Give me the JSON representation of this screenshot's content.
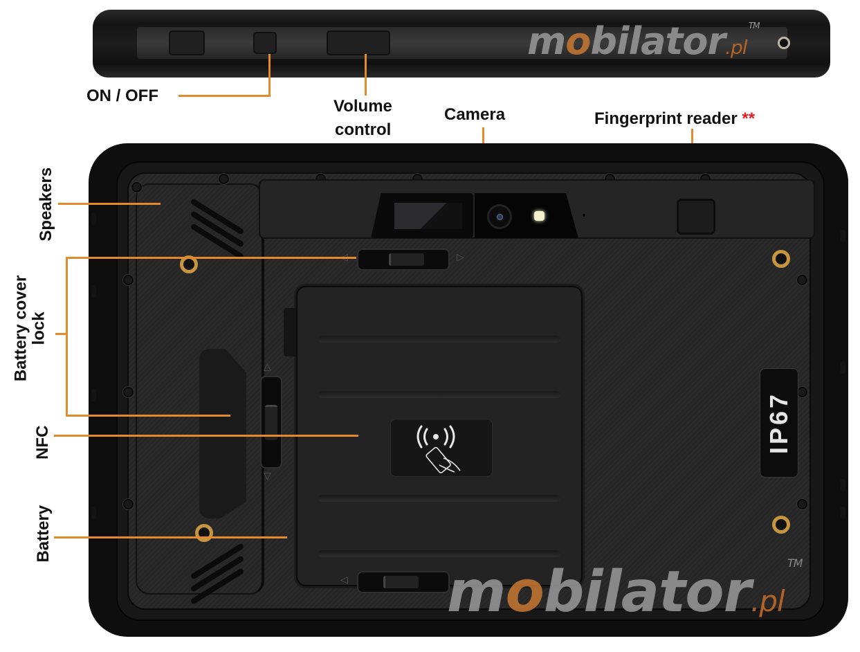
{
  "labels": {
    "on_off": "ON / OFF",
    "volume_line1": "Volume",
    "volume_line2": "control",
    "camera": "Camera",
    "fingerprint": "Fingerprint reader",
    "fingerprint_note": "**",
    "speakers": "Speakers",
    "battery_cover_line1": "Battery cover",
    "battery_cover_line2": "lock",
    "nfc": "NFC",
    "battery": "Battery"
  },
  "device": {
    "ip_rating": "IP67",
    "nfc_icon": "nfc-contactless-icon"
  },
  "branding": {
    "logo_prefix": "m",
    "logo_power_o": "o",
    "logo_suffix": "bilator",
    "logo_domain": ".pl",
    "trademark": "TM"
  },
  "colors": {
    "leader_line": "#e38b2c",
    "note_star": "#e02020",
    "logo_gray": "#969696",
    "logo_orange": "#c8782f"
  }
}
